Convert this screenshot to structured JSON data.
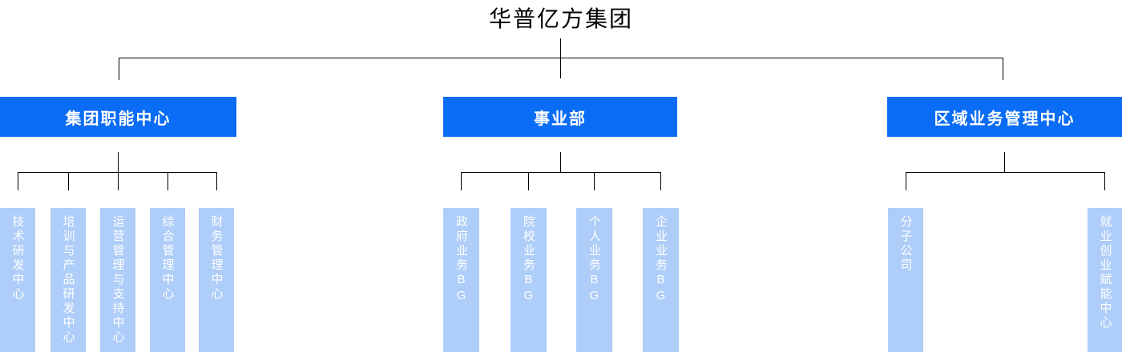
{
  "org": {
    "root": "华普亿方集团",
    "branches": [
      {
        "label": "集团职能中心",
        "children": [
          "技术研发中心",
          "培训与产品研发中心",
          "运营管理与支持中心",
          "综合管理中心",
          "财务管理中心"
        ]
      },
      {
        "label": "事业部",
        "children": [
          "政府业务BG",
          "院校业务BG",
          "个人业务BG",
          "企业业务BG"
        ]
      },
      {
        "label": "区域业务管理中心",
        "children": [
          "分子公司",
          "就业创业赋能中心"
        ]
      }
    ]
  },
  "colors": {
    "branch_bg": "#0b6cf5",
    "child_bg": "#aecdf8",
    "node_text": "#ffffff",
    "title_text": "#000000",
    "line": "#000000"
  }
}
